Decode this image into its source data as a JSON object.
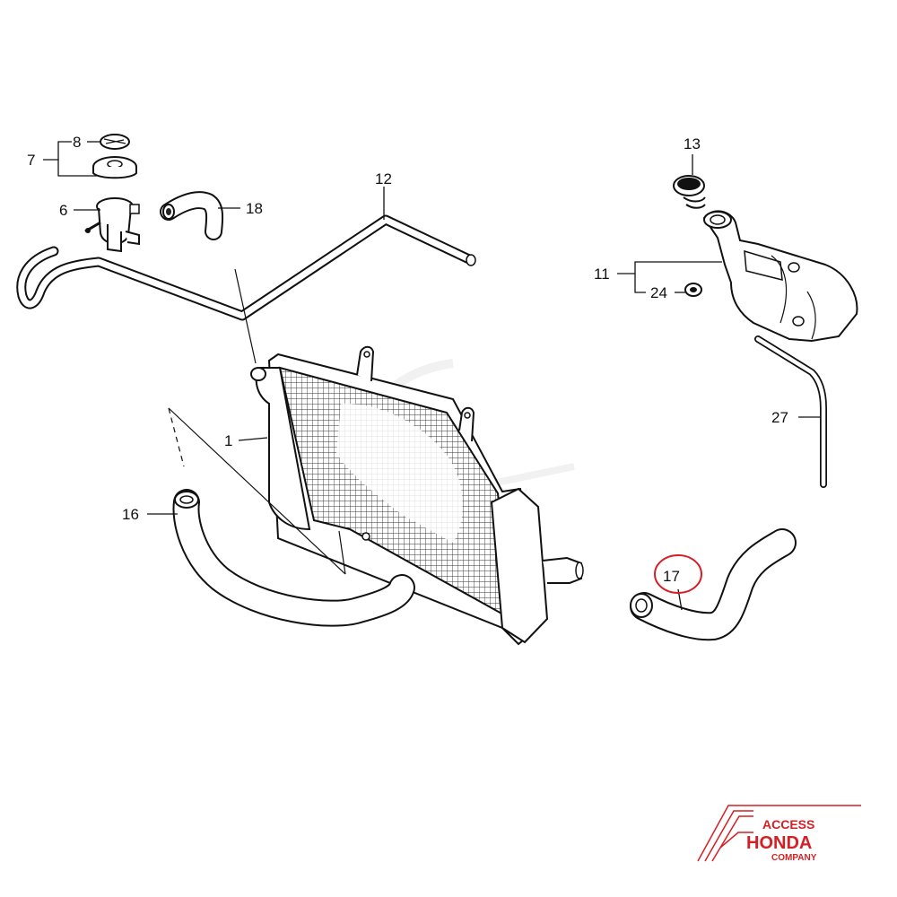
{
  "callouts": {
    "c1": "1",
    "c6": "6",
    "c7": "7",
    "c8": "8",
    "c11": "11",
    "c12": "12",
    "c13": "13",
    "c16": "16",
    "c17": "17",
    "c18": "18",
    "c24": "24",
    "c27": "27"
  },
  "highlight": {
    "part": "17",
    "color": "#d42025"
  },
  "logo": {
    "line1": "ACCESS",
    "line2": "HONDA",
    "line3": "COMPANY",
    "color": "#d42025"
  }
}
